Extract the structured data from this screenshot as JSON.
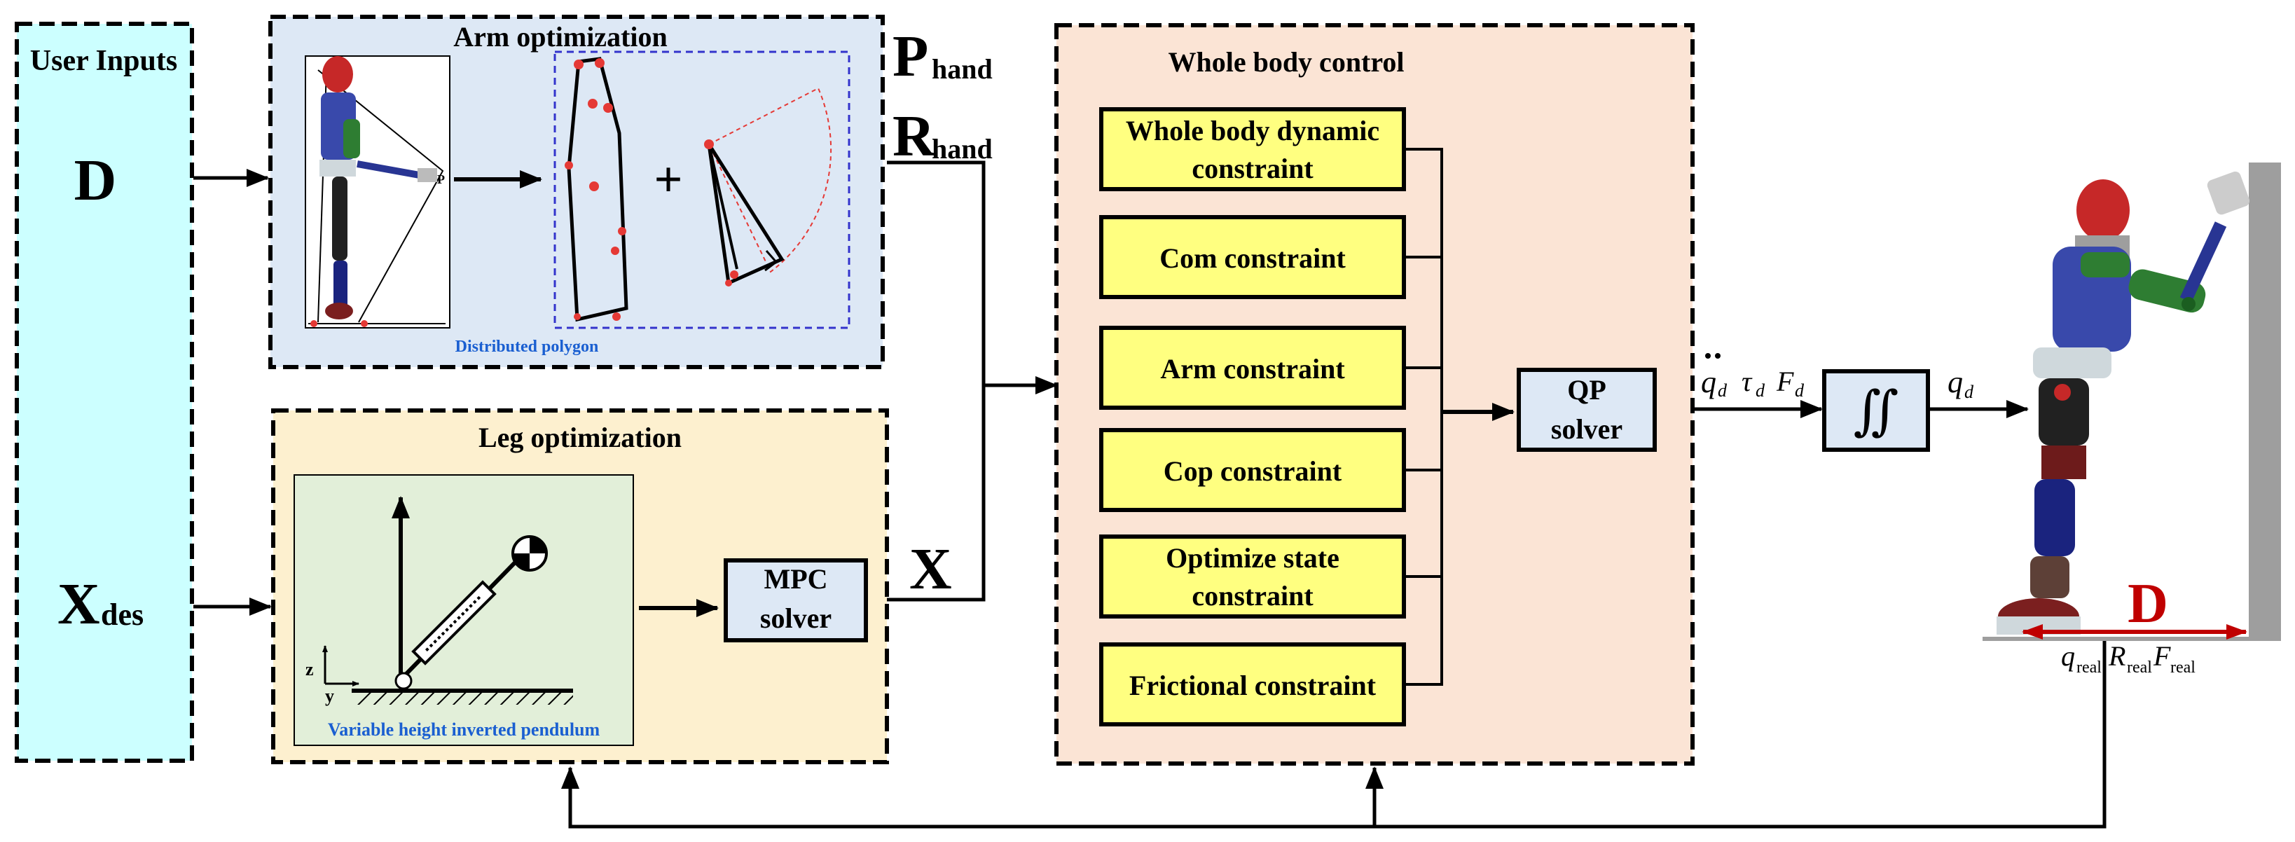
{
  "user_inputs": {
    "title": "User Inputs",
    "d_symbol": "D",
    "x_symbol": "X",
    "x_subscript": "des"
  },
  "arm_optimization": {
    "title": "Arm optimization",
    "caption": "Distributed polygon",
    "point_label": "P",
    "plus": "+"
  },
  "hand_outputs": {
    "p_symbol": "P",
    "p_subscript": "hand",
    "r_symbol": "R",
    "r_subscript": "hand"
  },
  "leg_optimization": {
    "title": "Leg optimization",
    "caption": "Variable height inverted pendulum",
    "axis_z": "z",
    "axis_y": "y",
    "solver_line1": "MPC",
    "solver_line2": "solver",
    "output_symbol": "X"
  },
  "whole_body_control": {
    "title": "Whole body control",
    "constraints": [
      {
        "line1": "Whole body dynamic",
        "line2": "constraint"
      },
      {
        "line1": "Com constraint",
        "line2": ""
      },
      {
        "line1": "Arm constraint",
        "line2": ""
      },
      {
        "line1": "Cop constraint",
        "line2": ""
      },
      {
        "line1": "Optimize state",
        "line2": "constraint"
      },
      {
        "line1": "Frictional constraint",
        "line2": ""
      }
    ],
    "qp_line1": "QP",
    "qp_line2": "solver"
  },
  "signals": {
    "qdd": "q",
    "qdd_sub": "d",
    "tau": "τ",
    "tau_sub": "d",
    "force": "F",
    "force_sub": "d",
    "integrator": "∬",
    "qd": "q",
    "qd_sub": "d"
  },
  "robot": {
    "distance_label": "D",
    "q_real": "q",
    "r_real": "R",
    "f_real": "F",
    "real_sub": "real"
  },
  "colors": {
    "user_inputs_fill": "#ccffff",
    "arm_fill": "#dde8f5",
    "leg_fill": "#fdf0cf",
    "pendulum_fill": "#e2efd9",
    "whole_body_fill": "#fbe4d5",
    "constraint_fill": "#ffff80",
    "solver_fill": "#dde8f5",
    "polygon_border": "#3333cc",
    "caption_blue": "#1a5fd1",
    "distance_red": "#c00000"
  }
}
